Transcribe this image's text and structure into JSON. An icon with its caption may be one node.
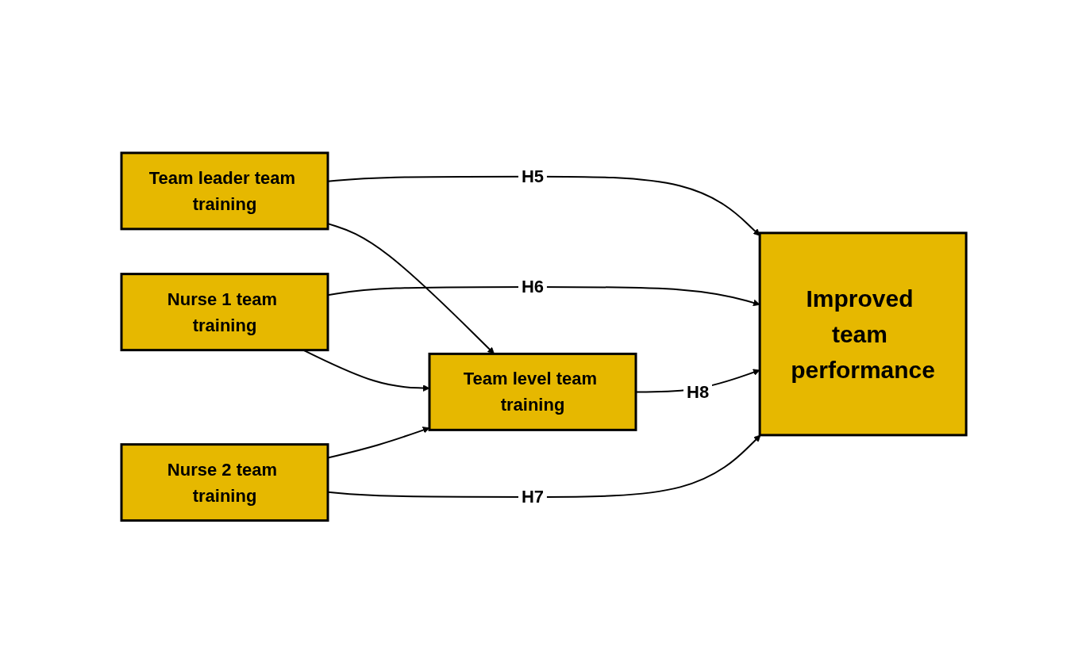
{
  "diagram": {
    "nodes": [
      {
        "text": [
          "Team leader team training"
        ]
      },
      {
        "text": [
          "Nurse 1 team training"
        ]
      },
      {
        "text": [
          "Nurse 2 team training"
        ]
      },
      {
        "text": [
          "Team level team training"
        ]
      },
      {
        "text": [
          "Improved team performance"
        ]
      }
    ],
    "edges": [
      {
        "from": 0,
        "to": 4,
        "arrow": "to",
        "label": "H5"
      },
      {
        "from": 0,
        "to": 3,
        "arrow": "to"
      },
      {
        "from": 1,
        "to": 4,
        "arrow": "to",
        "label": "H6"
      },
      {
        "from": 1,
        "to": 3,
        "arrow": "to"
      },
      {
        "from": 2,
        "to": 3,
        "arrow": "to"
      },
      {
        "from": 2,
        "to": 4,
        "arrow": "to",
        "label": "H7"
      },
      {
        "from": 3,
        "to": 4,
        "arrow": "to",
        "label": "H8"
      }
    ]
  }
}
